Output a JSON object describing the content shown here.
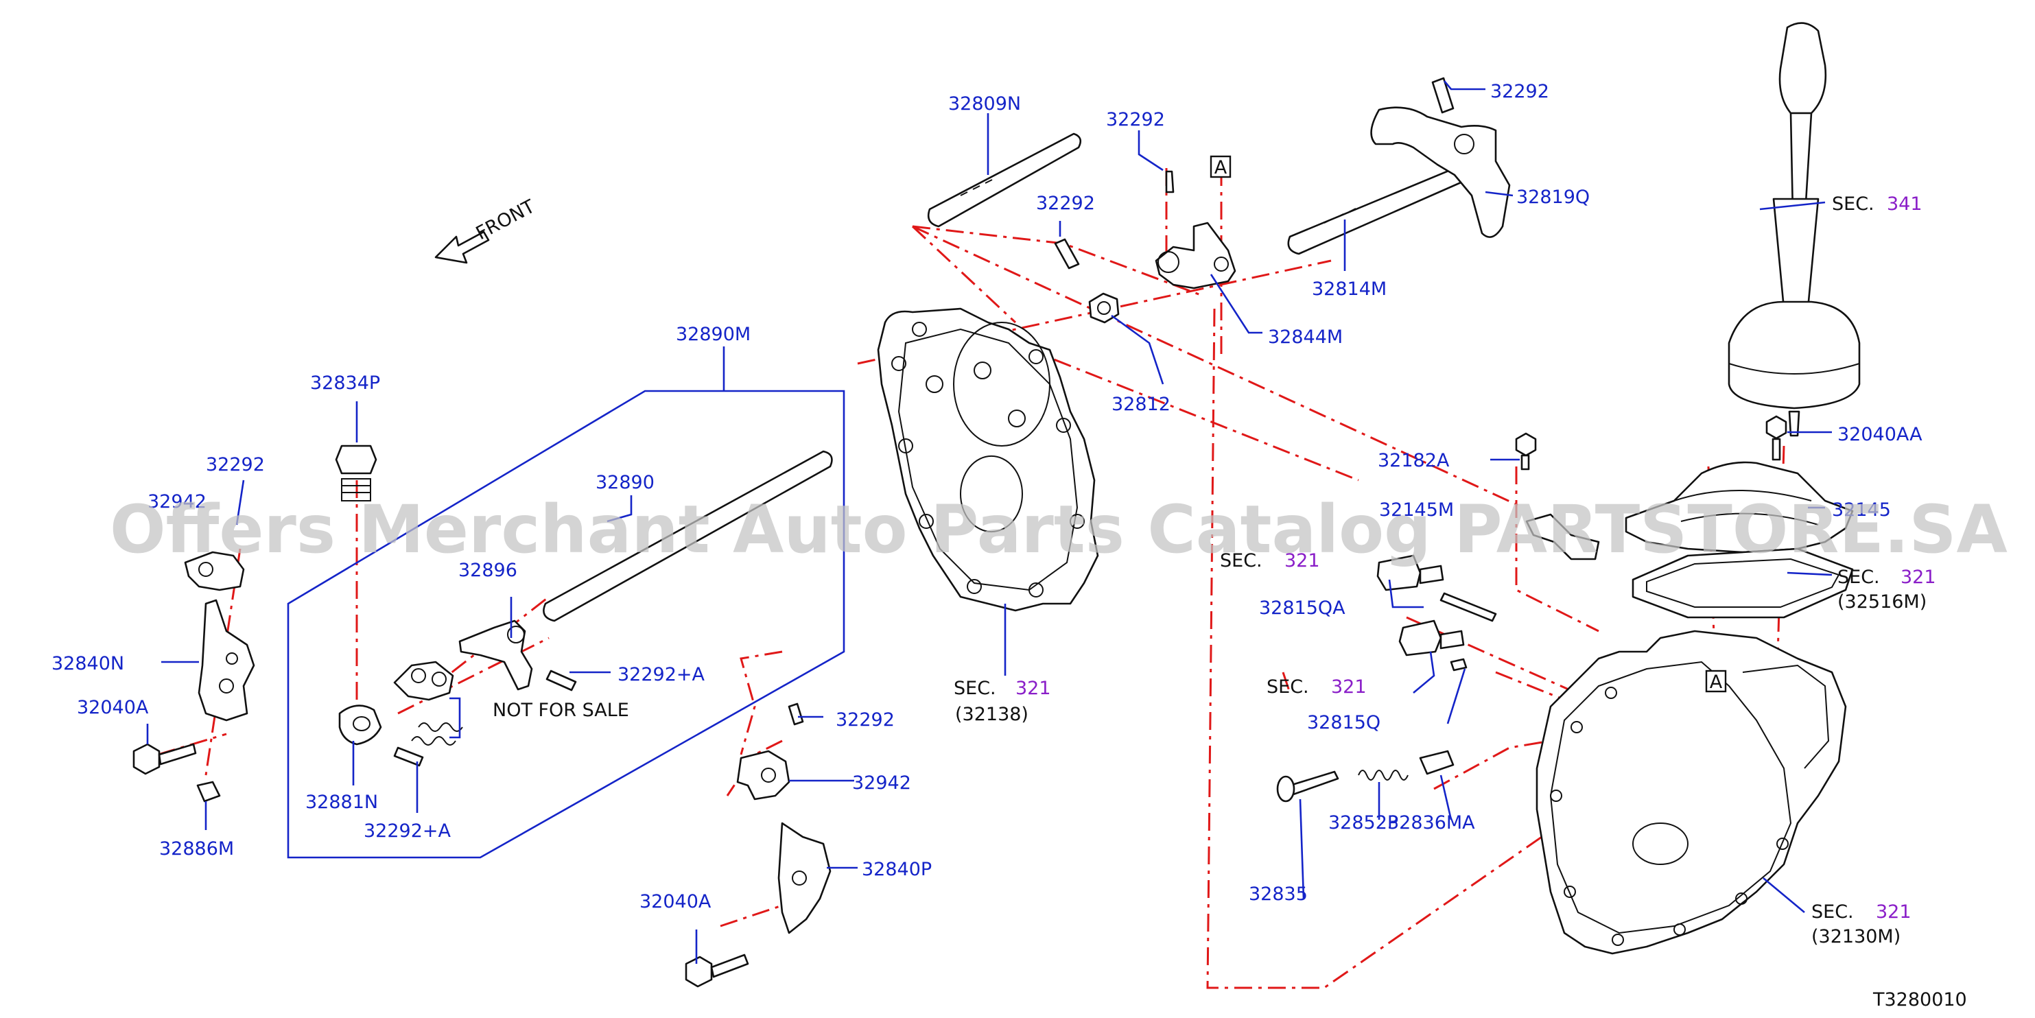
{
  "watermark": "Offers Merchant Auto Parts Catalog PARTSTORE.SA",
  "diagram_code": "T3280010",
  "front_label": "FRONT",
  "box_label": "A",
  "not_for_sale": "NOT   FOR   SALE",
  "sec_word": "SEC.",
  "colors": {
    "part_number": "#1424c8",
    "section_number": "#8a1ec8",
    "leader": "#1424c8",
    "centerline": "#e01818"
  },
  "part_labels": {
    "p32809N": "32809N",
    "p32292_a": "32292",
    "p32292_b": "32292",
    "p32292_c": "32292",
    "p32292_d": "32292",
    "p32292_e": "32292",
    "p32819Q": "32819Q",
    "p32814M": "32814M",
    "p32844M": "32844M",
    "p32812": "32812",
    "p32890M": "32890M",
    "p32890": "32890",
    "p32834P": "32834P",
    "p32942_a": "32942",
    "p32942_b": "32942",
    "p32896": "32896",
    "p32292A_a": "32292+A",
    "p32292A_b": "32292+A",
    "p32840N": "32840N",
    "p32040A_a": "32040A",
    "p32040A_b": "32040A",
    "p32881N": "32881N",
    "p32886M": "32886M",
    "p32840P": "32840P",
    "p32182A": "32182A",
    "p32145M": "32145M",
    "p32145": "32145",
    "p32040AA": "32040AA",
    "p32815QA": "32815QA",
    "p32815Q": "32815Q",
    "p32835": "32835",
    "p32852P": "32852P",
    "p32836MA": "32836MA"
  },
  "sections": {
    "s341": {
      "num": "341"
    },
    "s321_a": {
      "num": "321",
      "sub": ""
    },
    "s321_b": {
      "num": "321",
      "sub": ""
    },
    "s321_c": {
      "num": "321",
      "sub": "(32138)"
    },
    "s321_d": {
      "num": "321",
      "sub": "(32516M)"
    },
    "s321_e": {
      "num": "321",
      "sub": "(32130M)"
    }
  }
}
